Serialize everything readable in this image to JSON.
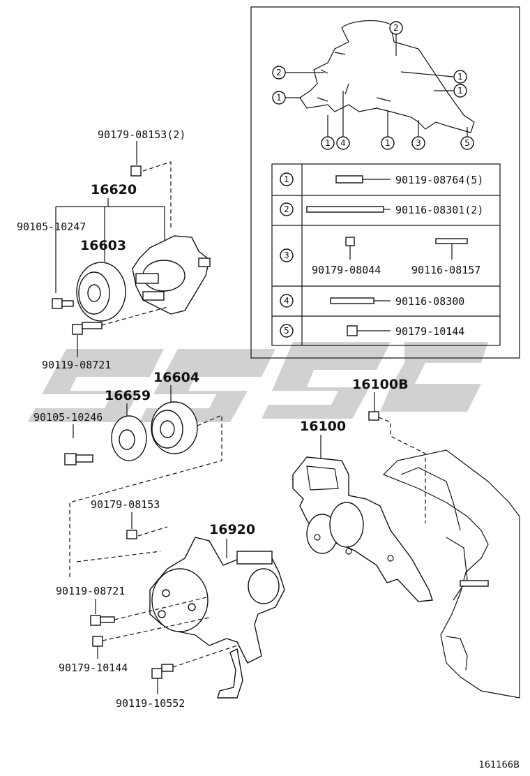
{
  "parts": {
    "p1": "90179-08153(2)",
    "p2": "16620",
    "p3": "90105-10247",
    "p4": "16603",
    "p5": "90119-08721",
    "p6": "16604",
    "p7": "16659",
    "p8": "90105-10246",
    "p9": "90179-08153",
    "p10": "16920",
    "p11": "90119-08721",
    "p12": "90179-10144",
    "p13": "90119-10552",
    "p14": "16100B",
    "p15": "16100"
  },
  "inset": {
    "callouts": [
      "2",
      "2",
      "1",
      "1",
      "1",
      "1",
      "4",
      "1",
      "3",
      "5"
    ],
    "rows": [
      {
        "num": "1",
        "parts": [
          "90119-08764(5)"
        ]
      },
      {
        "num": "2",
        "parts": [
          "90116-08301(2)"
        ]
      },
      {
        "num": "3",
        "parts": [
          "90179-08044",
          "90116-08157"
        ]
      },
      {
        "num": "4",
        "parts": [
          "90116-08300"
        ]
      },
      {
        "num": "5",
        "parts": [
          "90179-10144"
        ]
      }
    ]
  },
  "figure_code": "161166B"
}
